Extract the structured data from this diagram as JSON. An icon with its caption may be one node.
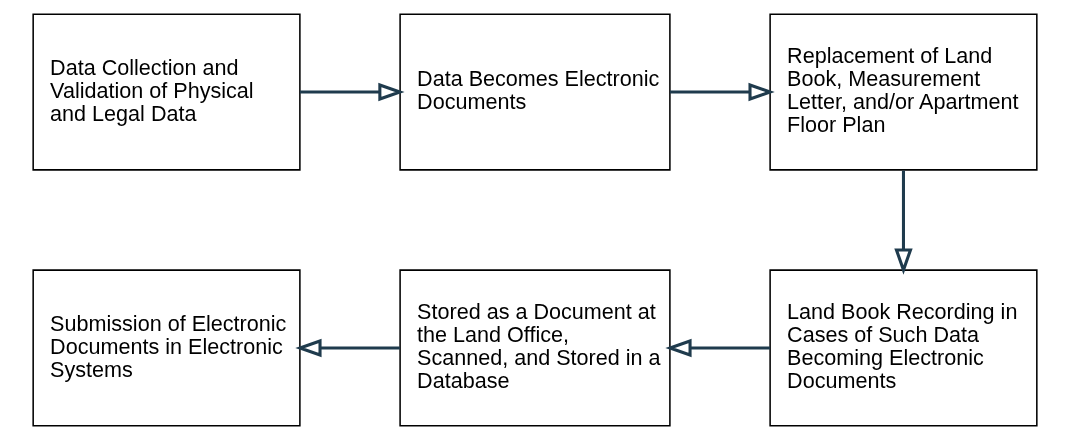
{
  "diagram": {
    "nodes": [
      {
        "text": [
          "Data Collection and Validation of Physical and Legal Data"
        ]
      },
      {
        "text": [
          "Data Becomes Electronic Documents"
        ]
      },
      {
        "text": [
          "Replacement of Land Book, Measurement Letter, and/or Apartment Floor Plan"
        ]
      },
      {
        "text": [
          "Land Book Recording in Cases of Such Data Becoming Electronic Documents"
        ]
      },
      {
        "text": [
          "Stored as a Document at the Land Office, Scanned, and Stored in a Database"
        ]
      },
      {
        "text": [
          "Submission of Electronic Documents in Electronic Systems"
        ]
      }
    ],
    "edges": [
      {
        "from": 0,
        "to": 1,
        "arrow": "to"
      },
      {
        "from": 1,
        "to": 2,
        "arrow": "to"
      },
      {
        "from": 2,
        "to": 3,
        "arrow": "to"
      },
      {
        "from": 3,
        "to": 4,
        "arrow": "to"
      },
      {
        "from": 4,
        "to": 5,
        "arrow": "to"
      }
    ]
  }
}
